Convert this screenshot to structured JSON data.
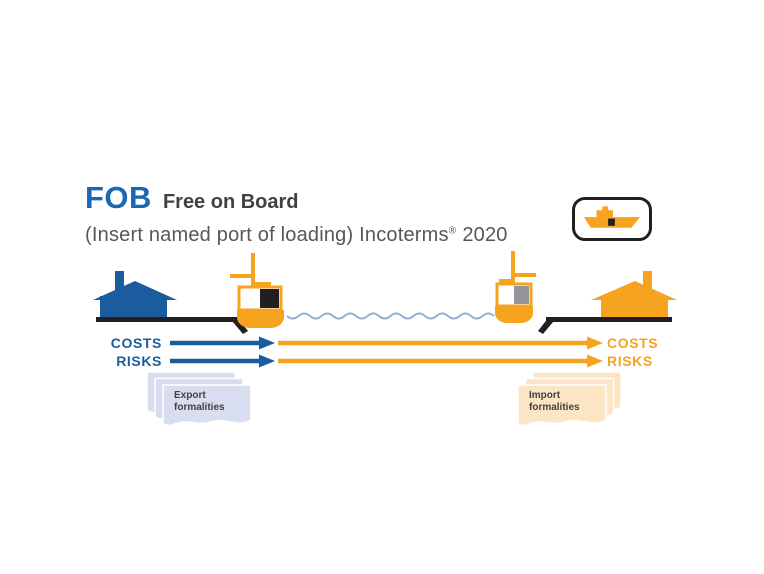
{
  "header": {
    "code": "FOB",
    "name": "Free on Board",
    "subtitle": "(Insert named port of loading) Incoterms",
    "trademark": "®",
    "year": "2020"
  },
  "transfer": {
    "seller": {
      "costs": "COSTS",
      "risks": "RISKS"
    },
    "buyer": {
      "costs": "COSTS",
      "risks": "RISKS"
    }
  },
  "formalities": {
    "export": {
      "line1": "Export",
      "line2": "formalities"
    },
    "import": {
      "line1": "Import",
      "line2": "formalities"
    }
  },
  "icons": {
    "badge": "cargo-ship-icon",
    "seller_premises": "blue-warehouse-icon",
    "buyer_premises": "orange-warehouse-icon",
    "port_of_loading": "crane-and-vessel-icon",
    "port_of_destination": "crane-and-vessel-icon",
    "sea_transit": "wave-line-icon",
    "export_documents": "document-stack-icon",
    "import_documents": "document-stack-icon"
  },
  "colors": {
    "title_blue": "#1B67B2",
    "blue": "#1A5C9E",
    "orange": "#F6A31D",
    "black": "#231F20",
    "dark_text": "#414042",
    "subtitle_gray": "#565759",
    "wave_blue": "#90AFD4",
    "container_gray": "#939598",
    "export_paper": "#D8DEEF",
    "import_paper": "#FBE5C5"
  }
}
